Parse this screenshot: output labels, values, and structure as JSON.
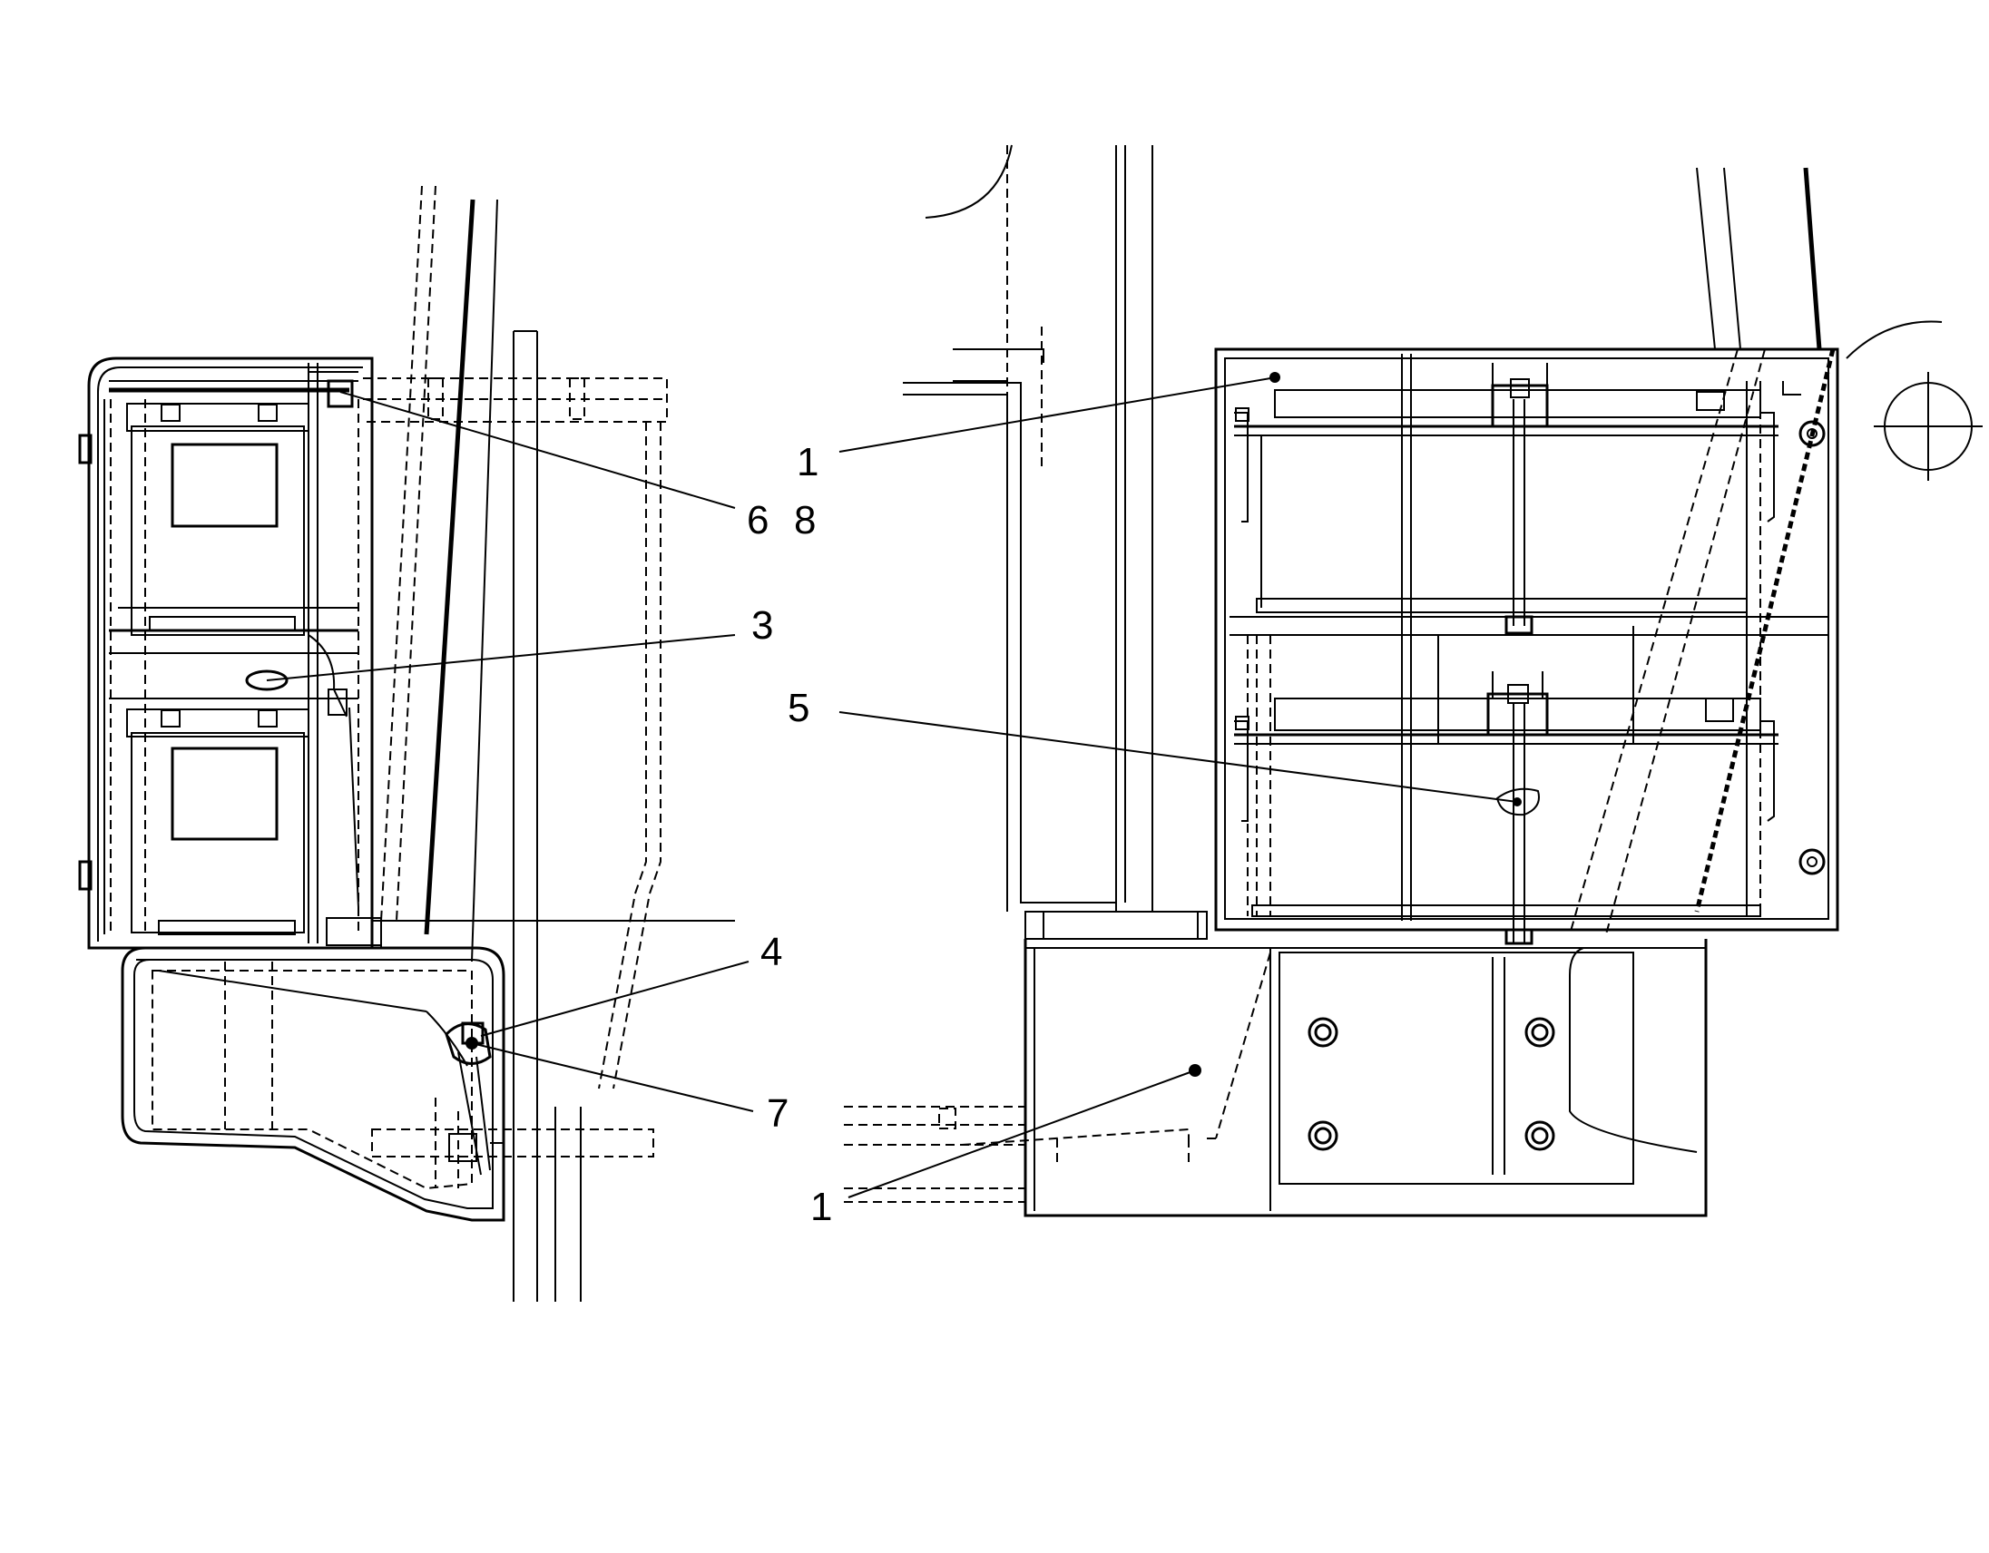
{
  "callouts": {
    "item_6": "6",
    "item_8": "8",
    "item_3": "3",
    "item_4": "4",
    "item_7": "7",
    "item_1_upper": "1",
    "item_5": "5",
    "item_1_lower": "1"
  },
  "colors": {
    "ink": "#000000",
    "paper": "#ffffff"
  }
}
